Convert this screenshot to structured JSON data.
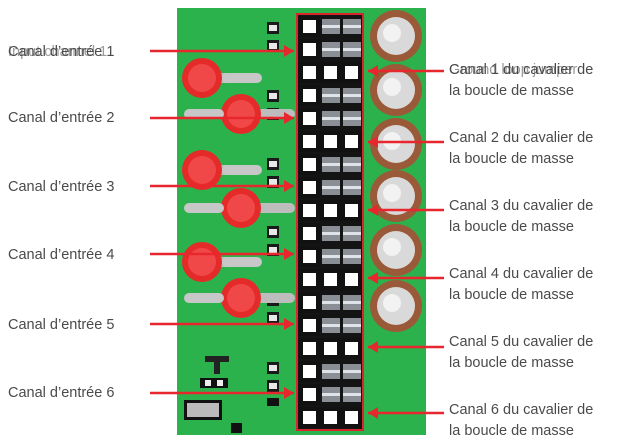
{
  "input_labels": [
    "Canal d’entrée 1",
    "Canal d’entrée 2",
    "Canal d’entrée 3",
    "Canal d’entrée 4",
    "Canal d’entrée 5",
    "Canal d’entrée 6"
  ],
  "input_label_1_overlay": "Input channel 1",
  "jumper_labels": [
    {
      "line1": "Canal 1 du cavalier de",
      "line2": "la boucle de masse"
    },
    {
      "line1": "Canal 2 du cavalier de",
      "line2": "la boucle de masse"
    },
    {
      "line1": "Canal 3 du cavalier de",
      "line2": "la boucle de masse"
    },
    {
      "line1": "Canal 4 du cavalier de",
      "line2": "la boucle de masse"
    },
    {
      "line1": "Canal 5 du cavalier de",
      "line2": "la boucle de masse"
    },
    {
      "line1": "Canal 6 du cavalier de",
      "line2": "la boucle de masse"
    }
  ],
  "jumper_label_1_overlay": "Ground loop jumper",
  "colors": {
    "board": "#2bb24c",
    "board_dark": "#1f8f3a",
    "arrow": "#e8262d",
    "header": "#1a1a1a",
    "capacitor": "#9a5a3a"
  }
}
